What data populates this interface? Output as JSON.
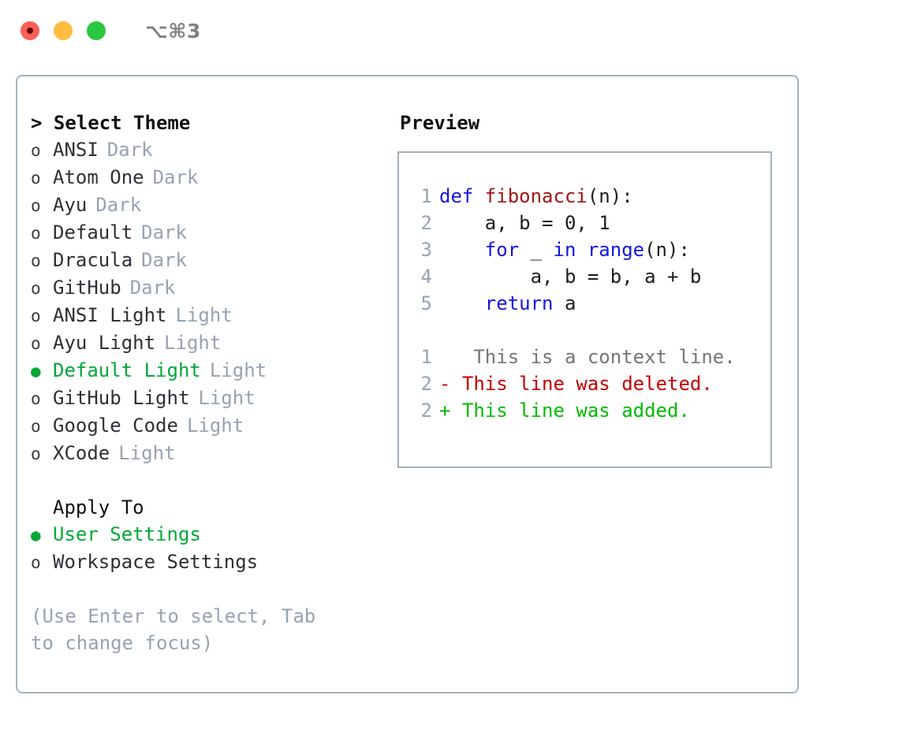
{
  "titlebar": {
    "shortcut": "⌥⌘3",
    "buttons": [
      "close",
      "minimize",
      "maximize"
    ]
  },
  "theme_picker": {
    "header": "> Select Theme",
    "items": [
      {
        "marker": "o",
        "name": "ANSI",
        "tag": "Dark",
        "selected": false
      },
      {
        "marker": "o",
        "name": "Atom One",
        "tag": "Dark",
        "selected": false
      },
      {
        "marker": "o",
        "name": "Ayu",
        "tag": "Dark",
        "selected": false
      },
      {
        "marker": "o",
        "name": "Default",
        "tag": "Dark",
        "selected": false
      },
      {
        "marker": "o",
        "name": "Dracula",
        "tag": "Dark",
        "selected": false
      },
      {
        "marker": "o",
        "name": "GitHub",
        "tag": "Dark",
        "selected": false
      },
      {
        "marker": "o",
        "name": "ANSI Light",
        "tag": "Light",
        "selected": false
      },
      {
        "marker": "o",
        "name": "Ayu Light",
        "tag": "Light",
        "selected": false
      },
      {
        "marker": "●",
        "name": "Default Light",
        "tag": "Light",
        "selected": true
      },
      {
        "marker": "o",
        "name": "GitHub Light",
        "tag": "Light",
        "selected": false
      },
      {
        "marker": "o",
        "name": "Google Code",
        "tag": "Light",
        "selected": false
      },
      {
        "marker": "o",
        "name": "XCode",
        "tag": "Light",
        "selected": false
      }
    ]
  },
  "apply_to": {
    "header": "Apply To",
    "items": [
      {
        "marker": "●",
        "name": "User Settings",
        "selected": true
      },
      {
        "marker": "o",
        "name": "Workspace Settings",
        "selected": false
      }
    ]
  },
  "hint": "(Use Enter to select, Tab to change focus)",
  "preview": {
    "header": "Preview",
    "code_lines": [
      {
        "no": "1",
        "tokens": [
          {
            "t": "def ",
            "c": "kw"
          },
          {
            "t": "fibonacci",
            "c": "fn"
          },
          {
            "t": "(n):",
            "c": "plain"
          }
        ]
      },
      {
        "no": "2",
        "tokens": [
          {
            "t": "    a, b = 0, 1",
            "c": "plain"
          }
        ]
      },
      {
        "no": "3",
        "tokens": [
          {
            "t": "    ",
            "c": "plain"
          },
          {
            "t": "for ",
            "c": "kw"
          },
          {
            "t": "_ ",
            "c": "plain"
          },
          {
            "t": "in ",
            "c": "kw"
          },
          {
            "t": "range",
            "c": "kw"
          },
          {
            "t": "(n):",
            "c": "plain"
          }
        ]
      },
      {
        "no": "4",
        "tokens": [
          {
            "t": "        a, b = b, a + b",
            "c": "plain"
          }
        ]
      },
      {
        "no": "5",
        "tokens": [
          {
            "t": "    ",
            "c": "plain"
          },
          {
            "t": "return ",
            "c": "kw"
          },
          {
            "t": "a",
            "c": "plain"
          }
        ]
      }
    ],
    "diff_lines": [
      {
        "no": "1",
        "sign": " ",
        "text": "  This is a context line.",
        "kind": "diff-ctx"
      },
      {
        "no": "2",
        "sign": "-",
        "text": " This line was deleted.",
        "kind": "diff-del"
      },
      {
        "no": "2",
        "sign": "+",
        "text": " This line was added.",
        "kind": "diff-add"
      }
    ]
  },
  "colors": {
    "accent_green": "#00a838",
    "muted_gray": "#98a2b2",
    "border": "#a7b0bd",
    "keyword_blue": "#1414e6",
    "function_red": "#a31515",
    "diff_add": "#00bb00",
    "diff_del": "#c40000",
    "traffic_red": "#fc6058",
    "traffic_yellow": "#fdbc40",
    "traffic_green": "#2ac840"
  }
}
